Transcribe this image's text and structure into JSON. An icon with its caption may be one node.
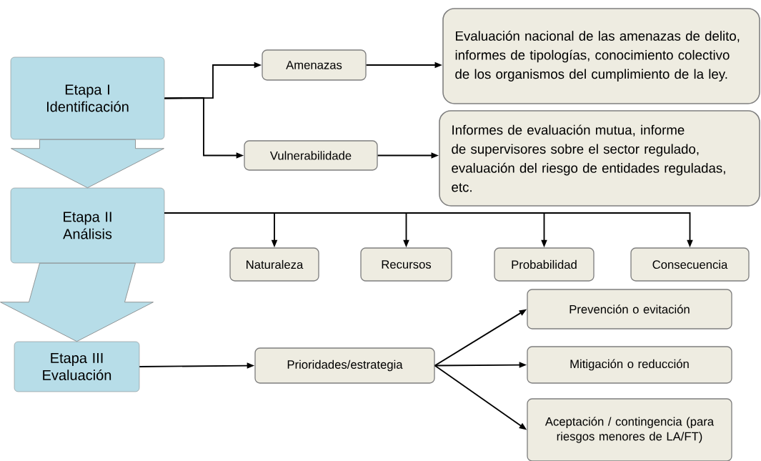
{
  "diagram": {
    "nodes": [
      {
        "text": [
          "Etapa I Identificación"
        ]
      },
      {
        "text": [
          "Amenazas"
        ]
      },
      {
        "text": [
          "Evaluación nacional de las amenazas de delito, informes de tipologías, conocimiento colectivo de los organismos del cumplimiento de la ley."
        ]
      },
      {
        "text": [
          "Vulnerabilidade"
        ]
      },
      {
        "text": [
          "Informes de evaluación mutua, informe de supervisores sobre el sector regulado, evaluación del riesgo de entidades reguladas, etc."
        ]
      },
      {
        "text": [
          "Etapa II Análisis"
        ]
      },
      {
        "text": [
          "Naturaleza"
        ]
      },
      {
        "text": [
          "Recursos"
        ]
      },
      {
        "text": [
          "Probabilidad"
        ]
      },
      {
        "text": [
          "Consecuencia"
        ]
      },
      {
        "text": [
          "Etapa III Evaluación"
        ]
      },
      {
        "text": [
          "Prioridades/estrategia"
        ]
      },
      {
        "text": [
          "Prevención o evitación"
        ]
      },
      {
        "text": [
          "Mitigación o reducción"
        ]
      },
      {
        "text": [
          "Aceptación / contingencia (para riesgos menores de LA/FT)"
        ]
      }
    ],
    "edges": [
      {
        "from": 0,
        "to": 5,
        "arrow": "to",
        "style": "thick",
        "color": "#b7dde8"
      },
      {
        "from": 5,
        "to": 10,
        "arrow": "to",
        "style": "thick",
        "color": "#b7dde8"
      },
      {
        "from": 0,
        "to": 1,
        "arrow": "to"
      },
      {
        "from": 0,
        "to": 3,
        "arrow": "to"
      },
      {
        "from": 1,
        "to": 2,
        "arrow": "to"
      },
      {
        "from": 3,
        "to": 4,
        "arrow": "to"
      },
      {
        "from": 5,
        "to": 6,
        "arrow": "to"
      },
      {
        "from": 5,
        "to": 7,
        "arrow": "to"
      },
      {
        "from": 5,
        "to": 8,
        "arrow": "to"
      },
      {
        "from": 5,
        "to": 9,
        "arrow": "to"
      },
      {
        "from": 10,
        "to": 11,
        "arrow": "to"
      },
      {
        "from": 11,
        "to": 12,
        "arrow": "to"
      },
      {
        "from": 11,
        "to": 13,
        "arrow": "to"
      },
      {
        "from": 11,
        "to": 14,
        "arrow": "to"
      }
    ]
  }
}
